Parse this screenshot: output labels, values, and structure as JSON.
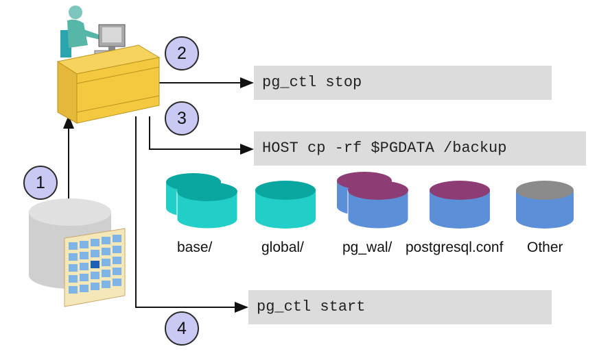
{
  "commands": {
    "stop": "pg_ctl stop",
    "copy": "HOST cp -rf $PGDATA /backup",
    "start": "pg_ctl start"
  },
  "steps": [
    "1",
    "2",
    "3",
    "4"
  ],
  "folders": [
    {
      "label": "base/",
      "top_color": "#0aa7a0",
      "body_color": "#22cfc8"
    },
    {
      "label": "global/",
      "top_color": "#0aa7a0",
      "body_color": "#22cfc8"
    },
    {
      "label": "pg_wal/",
      "top_color": "#8e3d74",
      "body_color": "#5b8fd8"
    },
    {
      "label": "postgresql.conf",
      "top_color": "#8e3d74",
      "body_color": "#5b8fd8"
    },
    {
      "label": "Other",
      "top_color": "#8b8b8b",
      "body_color": "#5b8fd8"
    }
  ]
}
